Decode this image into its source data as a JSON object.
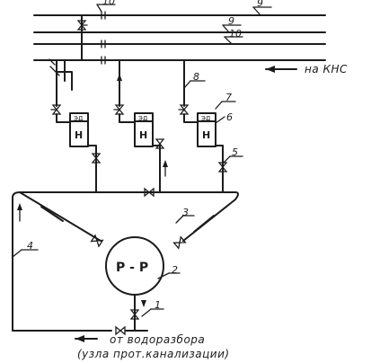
{
  "callouts": [
    "1",
    "2",
    "3",
    "4",
    "5",
    "6",
    "7",
    "8",
    "9",
    "10"
  ],
  "pump_letter": "Н",
  "motor_label": "ЭД",
  "vessel_label": "Р - Р",
  "arrow_label": "на КНС",
  "source_label": "от водоразбора",
  "source_sublabel": "(узла прот.канализации)"
}
